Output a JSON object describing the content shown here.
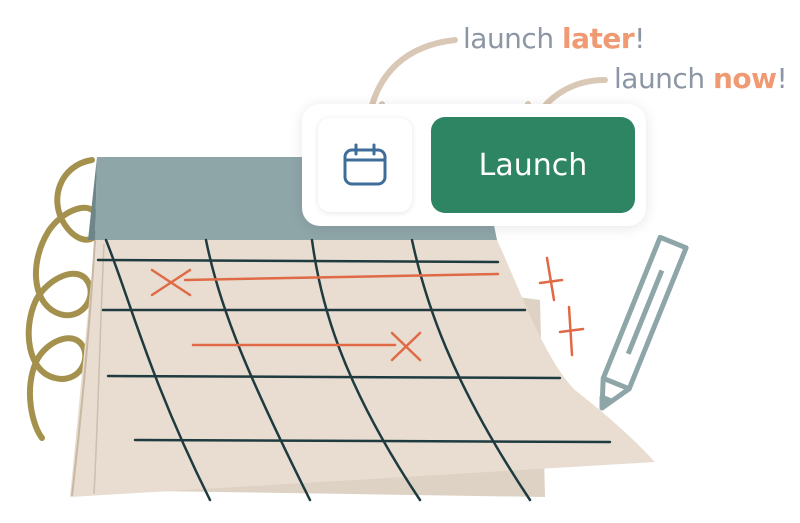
{
  "annotations": {
    "later": {
      "prefix": "launch ",
      "emphasis": "later",
      "suffix": "!"
    },
    "now": {
      "prefix": "launch ",
      "emphasis": "now",
      "suffix": "!"
    }
  },
  "buttons": {
    "schedule": {
      "icon": "calendar-icon"
    },
    "launch": {
      "label": "Launch"
    }
  },
  "colors": {
    "launch_button": "#2e8563",
    "emphasis": "#ef9a73",
    "annotation_text": "#8c96a4",
    "calendar_icon": "#3f6d9a",
    "calendar_page": "#e8ddd0",
    "calendar_header": "#8fa6a9",
    "strike_marks": "#df6a45"
  }
}
